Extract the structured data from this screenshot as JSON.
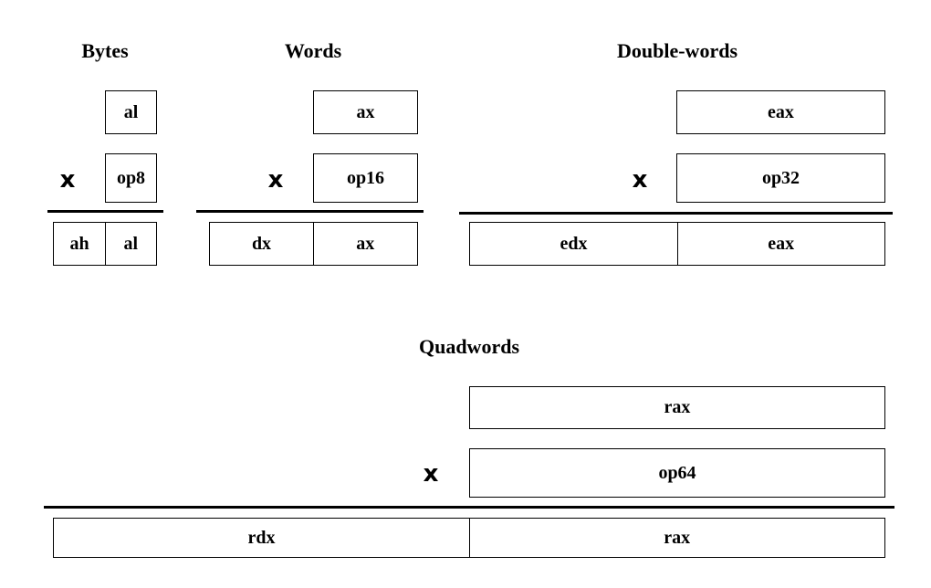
{
  "times_symbol": "x",
  "bytes": {
    "title": "Bytes",
    "operand": "al",
    "multiplier": "op8",
    "result_high": "ah",
    "result_low": "al"
  },
  "words": {
    "title": "Words",
    "operand": "ax",
    "multiplier": "op16",
    "result_high": "dx",
    "result_low": "ax"
  },
  "doublewords": {
    "title": "Double-words",
    "operand": "eax",
    "multiplier": "op32",
    "result_high": "edx",
    "result_low": "eax"
  },
  "quadwords": {
    "title": "Quadwords",
    "operand": "rax",
    "multiplier": "op64",
    "result_high": "rdx",
    "result_low": "rax"
  }
}
